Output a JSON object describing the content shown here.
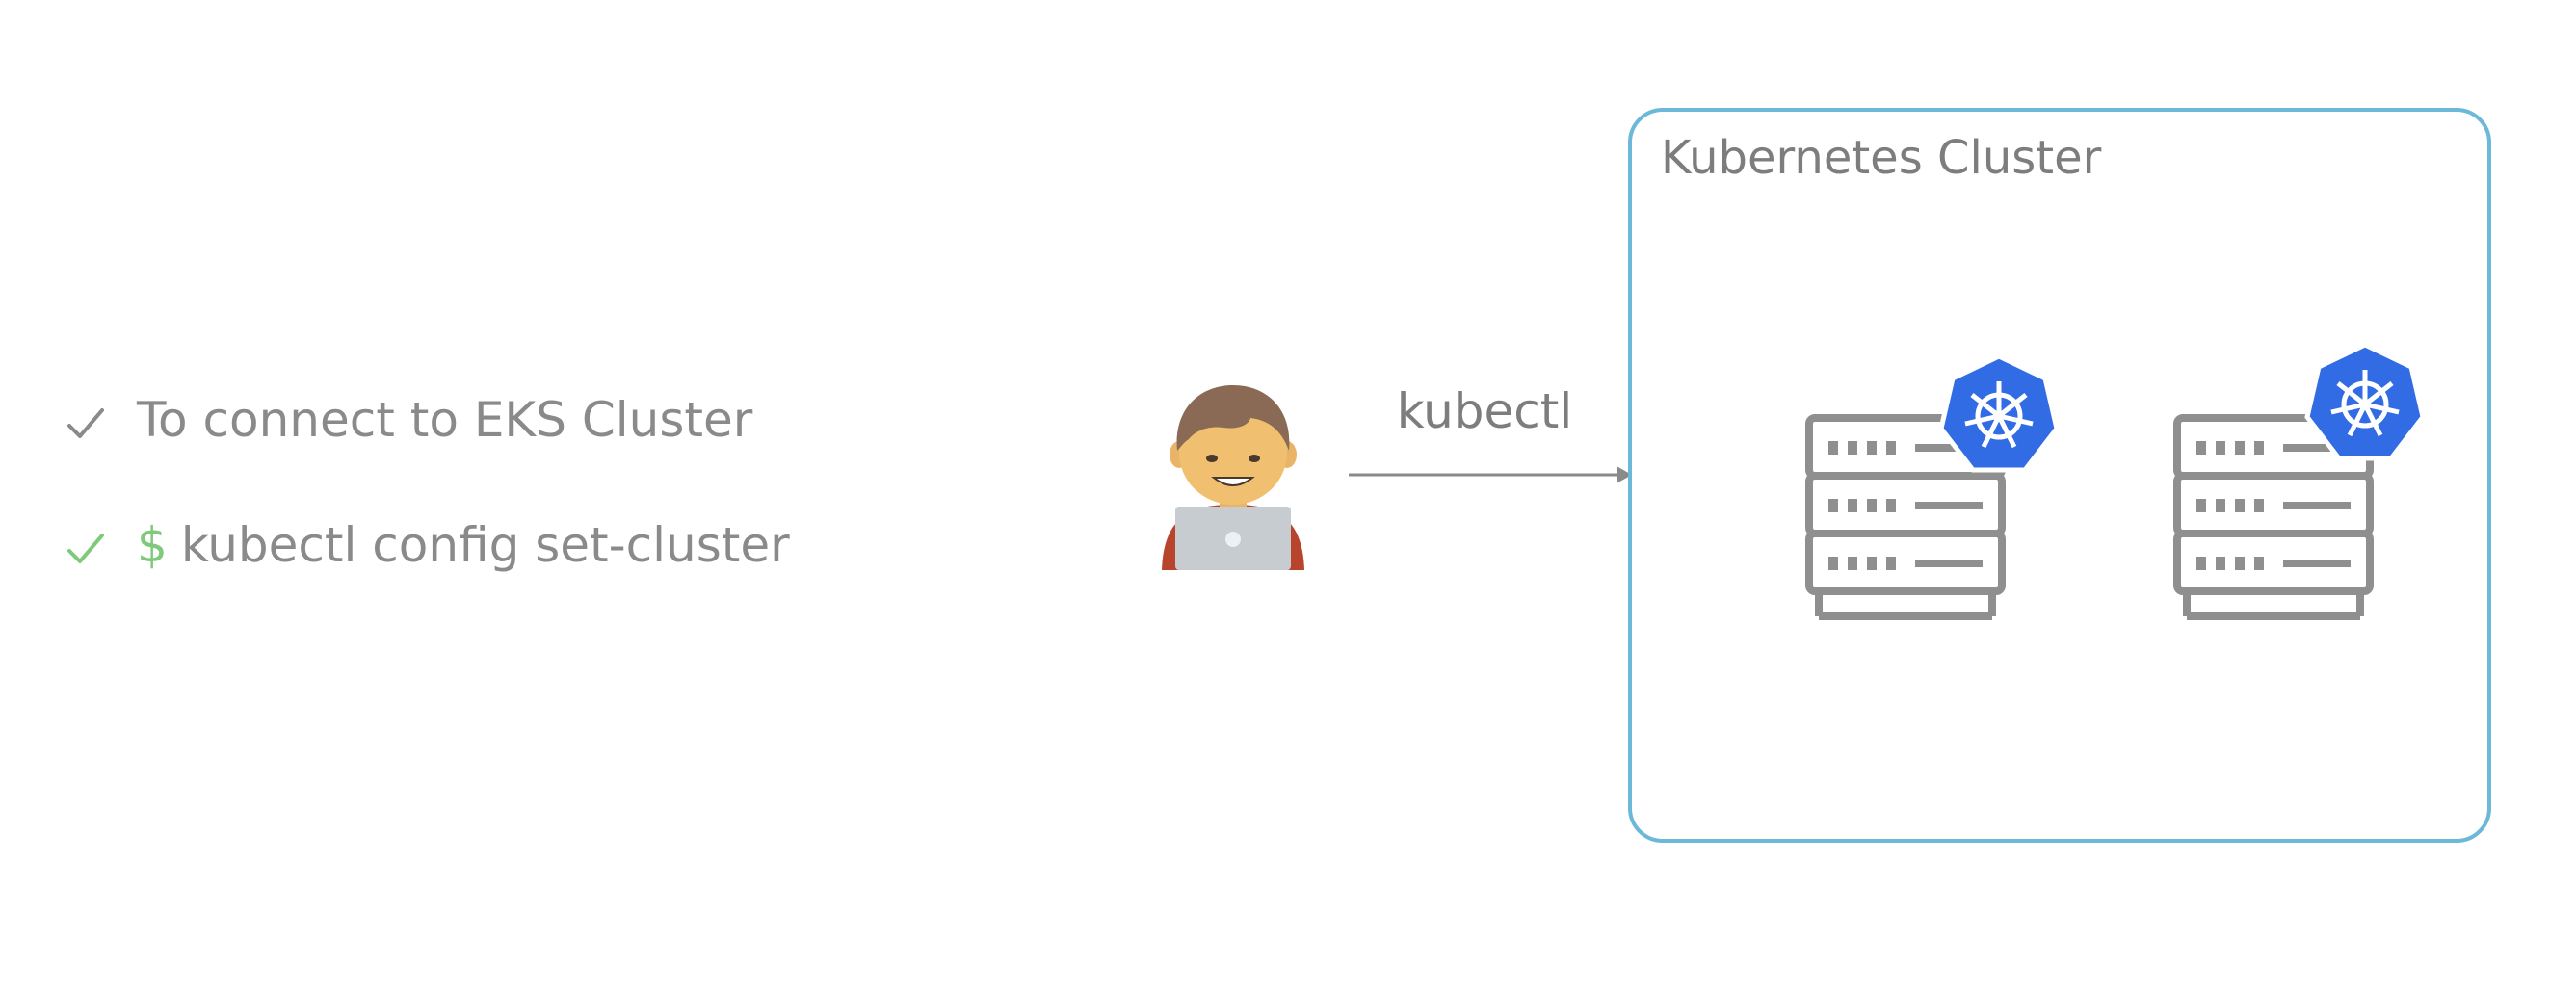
{
  "bullets": [
    {
      "text": "To connect to EKS Cluster",
      "check_color": "#8a8a8a"
    },
    {
      "prefix": "$",
      "text": "kubectl config set-cluster",
      "check_color": "#7fc97a"
    }
  ],
  "connection": {
    "label": "kubectl"
  },
  "cluster": {
    "title": "Kubernetes Cluster",
    "border_color": "#6bb8d8",
    "nodes": [
      {
        "icon": "server-rack-icon",
        "badge": "kubernetes-logo-icon"
      },
      {
        "icon": "server-rack-icon",
        "badge": "kubernetes-logo-icon"
      }
    ]
  },
  "colors": {
    "text_gray": "#8a8a8a",
    "accent_green": "#7fc97a",
    "kubernetes_blue": "#326ce5"
  }
}
